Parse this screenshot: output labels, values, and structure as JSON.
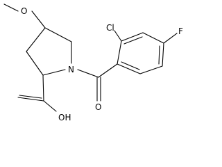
{
  "molecule": {
    "atoms": {
      "methoxy_o": "O",
      "ring_n": "N",
      "chloro": "Cl",
      "fluoro": "F",
      "carbonyl_o": "O",
      "carboxyl_oh": "OH"
    },
    "colors": {
      "bond": "#000000",
      "label": "#000000",
      "background": "#ffffff"
    }
  }
}
